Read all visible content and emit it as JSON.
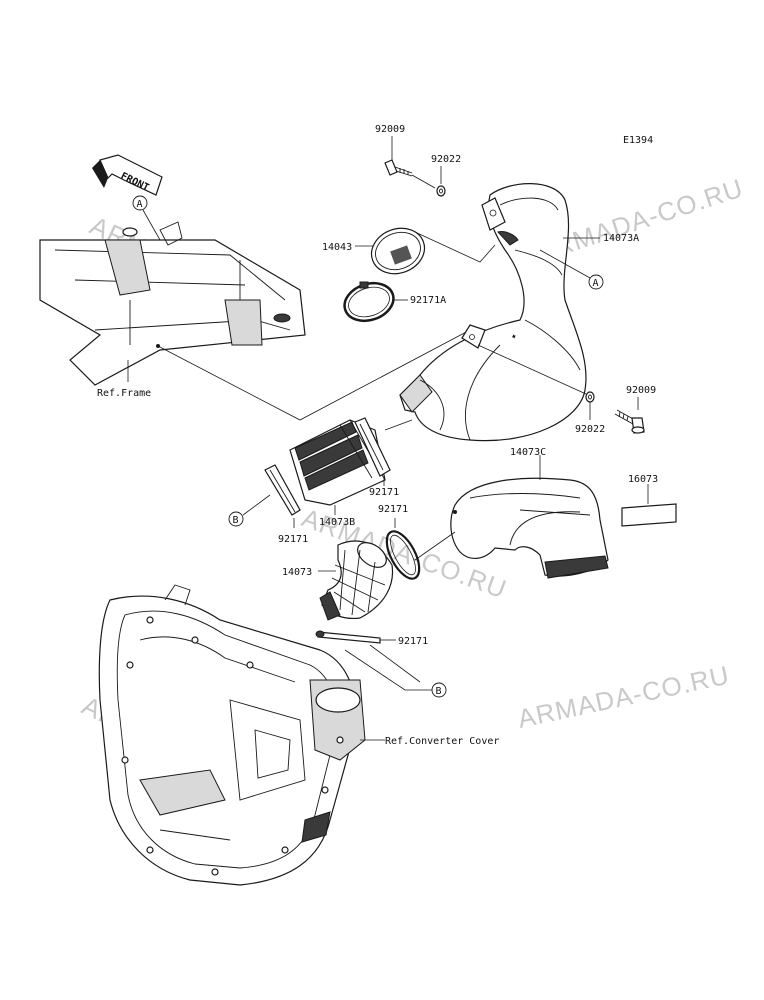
{
  "diagram_code": "E1394",
  "watermark": "ARMADA-CO.RU",
  "front_label": "FRONT",
  "callouts": {
    "a": "A",
    "b": "B"
  },
  "labels": {
    "p92009_top": "92009",
    "p92022_top": "92022",
    "p14073A": "14073A",
    "p14043": "14043",
    "p92171A": "92171A",
    "ref_frame": "Ref.Frame",
    "p92009_right": "92009",
    "p92022_right": "92022",
    "p14073C": "14073C",
    "p16073": "16073",
    "p92171_mid": "92171",
    "p92171_mid2": "92171",
    "p14073B": "14073B",
    "p92171_left": "92171",
    "p14073": "14073",
    "p92171_low": "92171",
    "ref_converter": "Ref.Converter Cover"
  }
}
